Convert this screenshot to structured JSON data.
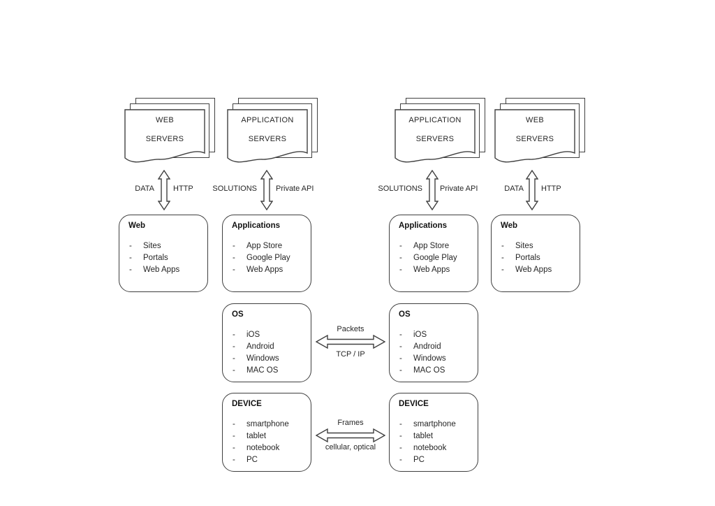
{
  "page": {
    "background": "#ffffff",
    "stroke_color": "#404040",
    "text_color": "#262626"
  },
  "stacks": [
    {
      "line1": "WEB",
      "line2": "SERVERS"
    },
    {
      "line1": "APPLICATION",
      "line2": "SERVERS"
    },
    {
      "line1": "APPLICATION",
      "line2": "SERVERS"
    },
    {
      "line1": "WEB",
      "line2": "SERVERS"
    }
  ],
  "vertical_links": [
    {
      "left": "DATA",
      "right": "HTTP"
    },
    {
      "left": "SOLUTIONS",
      "right": "Private API"
    },
    {
      "left": "SOLUTIONS",
      "right": "Private API"
    },
    {
      "left": "DATA",
      "right": "HTTP"
    }
  ],
  "cards": [
    {
      "title": "Web",
      "items": [
        "Sites",
        "Portals",
        "Web Apps"
      ]
    },
    {
      "title": "Applications",
      "items": [
        "App Store",
        "Google Play",
        "Web Apps"
      ]
    },
    {
      "title": "Applications",
      "items": [
        "App Store",
        "Google Play",
        "Web Apps"
      ]
    },
    {
      "title": "Web",
      "items": [
        "Sites",
        "Portals",
        "Web Apps"
      ]
    },
    {
      "title": "OS",
      "items": [
        "iOS",
        "Android",
        "Windows",
        "MAC OS"
      ]
    },
    {
      "title": "OS",
      "items": [
        "iOS",
        "Android",
        "Windows",
        "MAC OS"
      ]
    },
    {
      "title": "DEVICE",
      "items": [
        "smartphone",
        "tablet",
        "notebook",
        "PC"
      ]
    },
    {
      "title": "DEVICE",
      "items": [
        "smartphone",
        "tablet",
        "notebook",
        "PC"
      ]
    }
  ],
  "horizontal_links": [
    {
      "top": "Packets",
      "bottom": "TCP / IP"
    },
    {
      "top": "Frames",
      "bottom": "cellular, optical"
    }
  ]
}
